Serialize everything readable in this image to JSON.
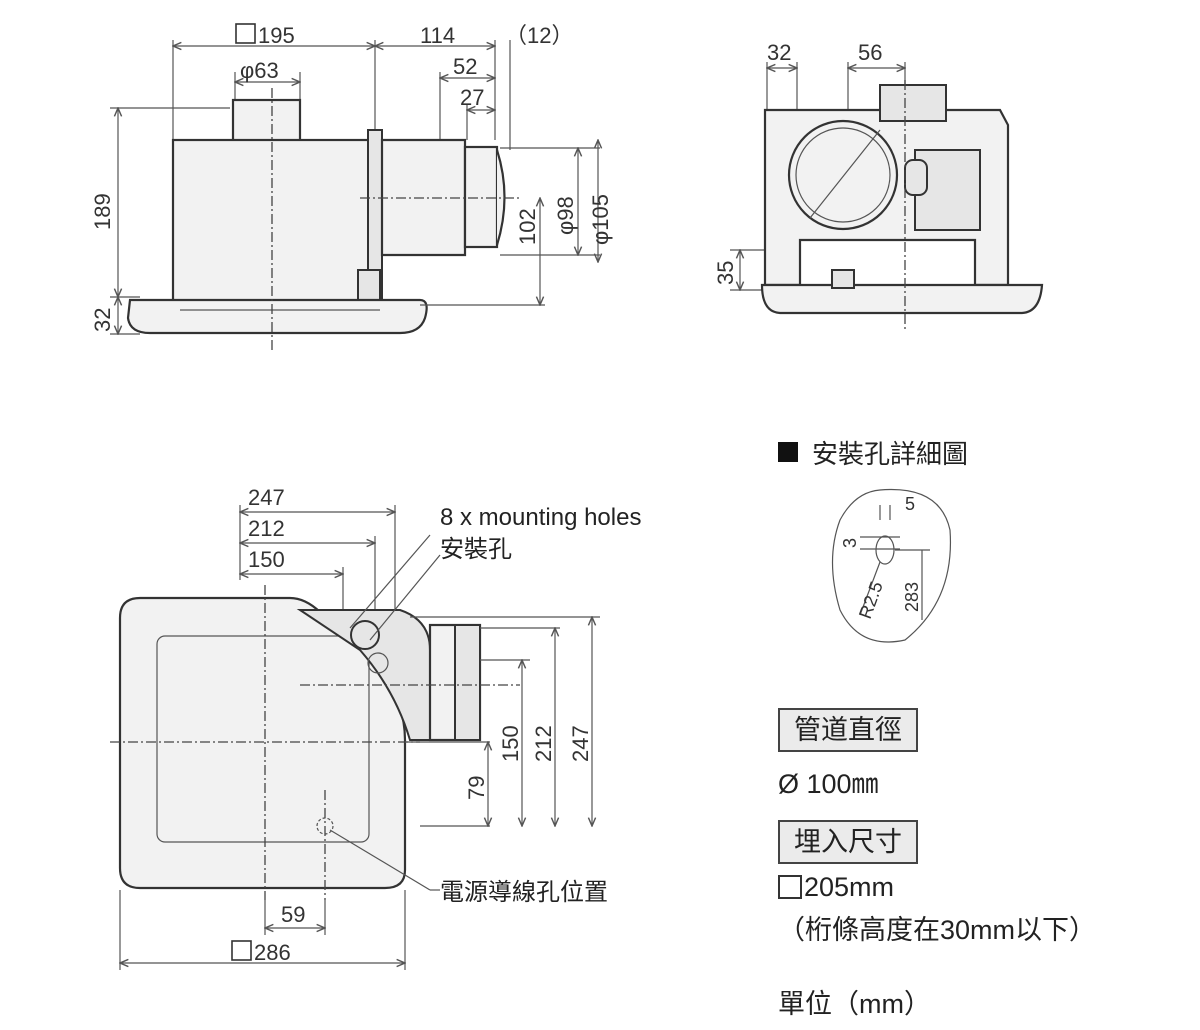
{
  "top_left_view": {
    "dim_body_width": "195",
    "dim_side_width": "114",
    "dim_side_offset": "（12）",
    "dim_duct_length": "52",
    "dim_duct_inner": "27",
    "dim_top_pipe": "φ63",
    "dim_height": "189",
    "dim_panel_height": "32",
    "dim_duct_center": "102",
    "dim_duct_inner_dia": "φ98",
    "dim_duct_outer_dia": "φ105"
  },
  "top_right_view": {
    "dim_a": "32",
    "dim_b": "56",
    "dim_c": "35"
  },
  "bottom_view": {
    "dim_247": "247",
    "dim_212": "212",
    "dim_150": "150",
    "dim_v150": "150",
    "dim_v212": "212",
    "dim_v247": "247",
    "dim_v79": "79",
    "dim_59": "59",
    "dim_286": "286",
    "mounting_holes_label": "8 x mounting holes",
    "mounting_holes_zh": "安裝孔",
    "power_hole_label": "電源導線孔位置"
  },
  "hole_detail": {
    "title": "安裝孔詳細圖",
    "dim_5": "5",
    "dim_3": "3",
    "dim_r": "R2.5",
    "dim_283": "283"
  },
  "specs": {
    "duct_label": "管道直徑",
    "duct_value": "Ø 100㎜",
    "embed_label": "埋入尺寸",
    "embed_value": "205mm",
    "embed_note": "（桁條高度在30mm以下）",
    "unit": "單位（mm）"
  }
}
